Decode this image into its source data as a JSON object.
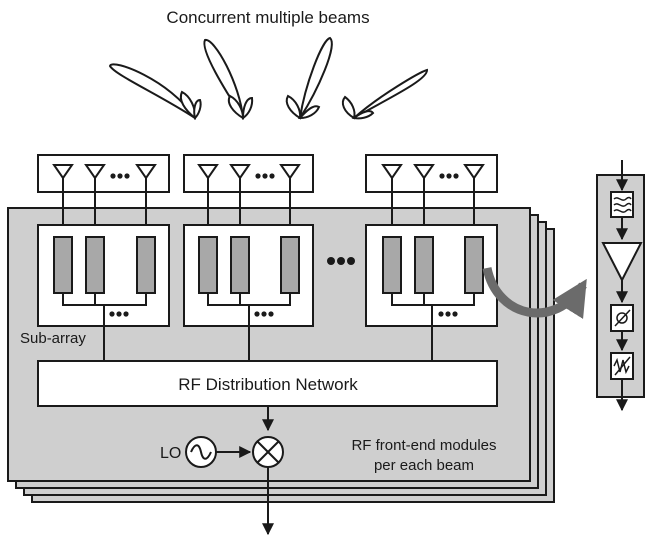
{
  "title": "Concurrent multiple beams",
  "labels": {
    "sub_array": "Sub-array",
    "rf_distribution": "RF Distribution Network",
    "lo": "LO",
    "modules_line1": "RF front-end modules",
    "modules_line2": "per each beam"
  },
  "colors": {
    "panel_fill": "#cfcfcf",
    "element_fill": "#a8a8a8",
    "curve_arrow": "#6b6b6b",
    "stroke": "#1a1a1a"
  },
  "icons": {
    "antenna": "antenna-icon",
    "phase_shifter": "phase-shifter-icon",
    "amplifier": "amplifier-icon",
    "attenuator": "attenuator-icon",
    "filter": "filter-icon",
    "oscillator": "oscillator-icon",
    "mixer": "mixer-icon"
  }
}
